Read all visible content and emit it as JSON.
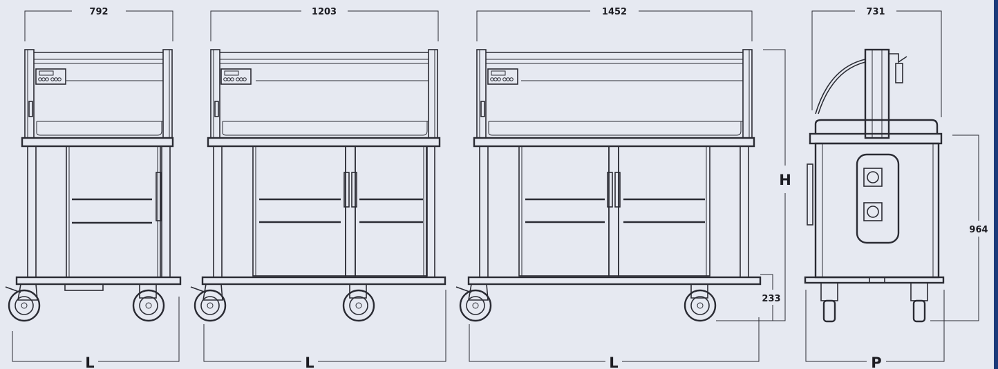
{
  "dimensions": {
    "width_1": "792",
    "width_2": "1203",
    "width_3": "1452",
    "depth": "731",
    "height_total": "964",
    "height_base": "233"
  },
  "letters": {
    "length": "L",
    "height": "H",
    "depth": "P"
  },
  "colors": {
    "background": "#e6e9f1",
    "line": "#2a2b33",
    "frame_accent": "#1b3a7a"
  }
}
